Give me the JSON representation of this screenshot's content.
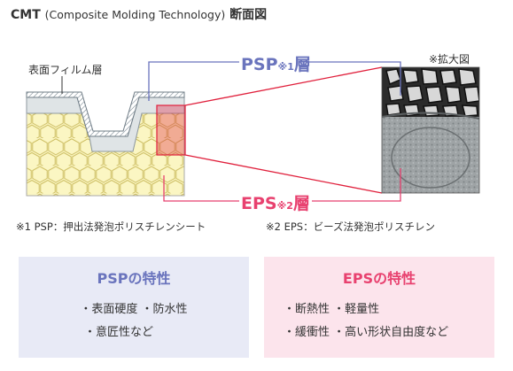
{
  "title": {
    "main": "CMT",
    "sub": "(Composite Molding Technology)",
    "suffix": "断面図"
  },
  "labels": {
    "surface_film": "表面フィルム層",
    "magnified": "※拡大図",
    "psp_layer": "PSP",
    "psp_layer_note": "※1",
    "psp_layer_suffix": "層",
    "eps_layer": "EPS",
    "eps_layer_note": "※2",
    "eps_layer_suffix": "層"
  },
  "footnotes": {
    "psp": "※1 PSP：押出法発泡ポリスチレンシート",
    "eps": "※2 EPS：ビーズ法発泡ポリスチレン"
  },
  "psp_box": {
    "heading": "PSPの特性",
    "line1": "・表面硬度 ・防水性",
    "line2": "・意匠性など"
  },
  "eps_box": {
    "heading": "EPSの特性",
    "line1": "・断熱性 ・軽量性",
    "line2": "・緩衝性 ・高い形状自由度など"
  },
  "colors": {
    "psp": "#6a74bd",
    "eps": "#e8416f",
    "hex_fill": "#fbf6c3",
    "hex_stroke": "#c9b95a",
    "psp_fill": "#dfe4e6",
    "red_line": "#e0203c"
  }
}
